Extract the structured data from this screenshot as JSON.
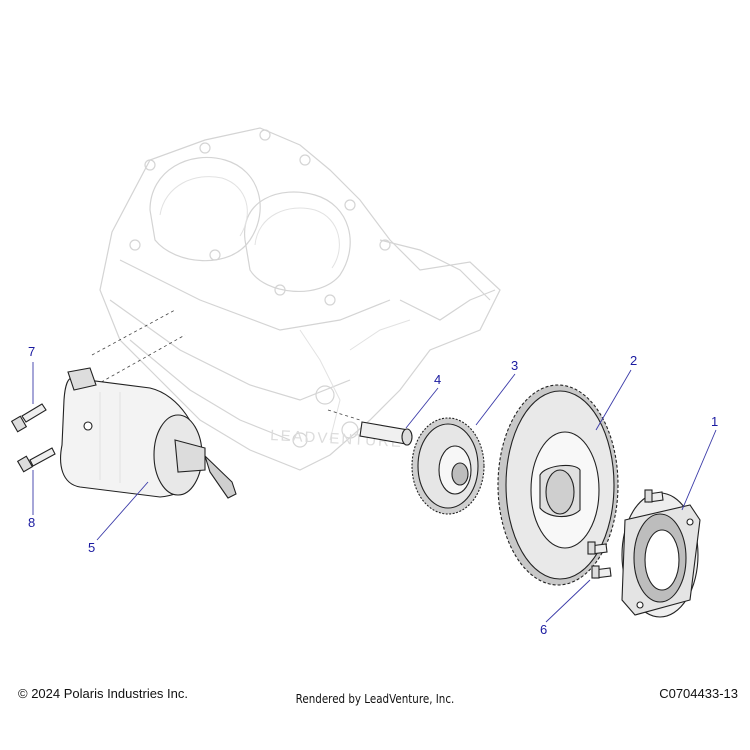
{
  "callouts": [
    {
      "id": "1",
      "label": "1"
    },
    {
      "id": "2",
      "label": "2"
    },
    {
      "id": "3",
      "label": "3"
    },
    {
      "id": "4",
      "label": "4"
    },
    {
      "id": "5",
      "label": "5"
    },
    {
      "id": "6",
      "label": "6"
    },
    {
      "id": "7",
      "label": "7"
    },
    {
      "id": "8",
      "label": "8"
    }
  ],
  "watermark": "LEADVENTURE",
  "footer": {
    "copyright": "© 2024 Polaris Industries Inc.",
    "rendered_by": "Rendered by LeadVenture, Inc.",
    "code": "C0704433-13"
  },
  "colors": {
    "callout": "#1a1aa0",
    "ghost_engine": "#d4d4d4",
    "part_outline": "#222222"
  }
}
